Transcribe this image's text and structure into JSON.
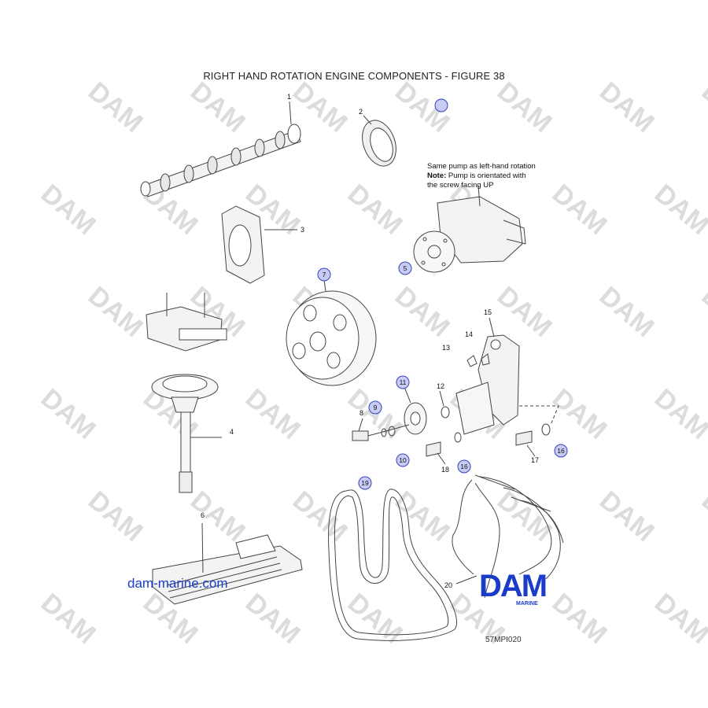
{
  "title": "RIGHT HAND ROTATION ENGINE COMPONENTS - FIGURE 38",
  "note": {
    "line1": "Same pump as left-hand rotation",
    "note_label": "Note:",
    "line2": " Pump is orientated with",
    "line3": "the screw facing UP"
  },
  "website": "dam-marine.com",
  "figure_code": "57MPI020",
  "logo": {
    "text": "DAM",
    "subtext": "MARINE",
    "color": "#1a3cc8"
  },
  "watermark": "DAM",
  "labels": {
    "l1": "1",
    "l2": "2",
    "l3": "3",
    "l4": "4",
    "l5": "5",
    "l6": "6",
    "l7": "7",
    "l8": "8",
    "l9": "9",
    "l10": "10",
    "l11": "11",
    "l12": "12",
    "l13": "13",
    "l14": "14",
    "l15": "15",
    "l16a": "16",
    "l16b": "16",
    "l17": "17",
    "l18": "18",
    "l19": "19",
    "l20": "20"
  },
  "colors": {
    "highlight_fill": "#c8ccf4",
    "highlight_stroke": "#3344bb",
    "line": "#444444",
    "watermark": "#d8d8d8"
  }
}
